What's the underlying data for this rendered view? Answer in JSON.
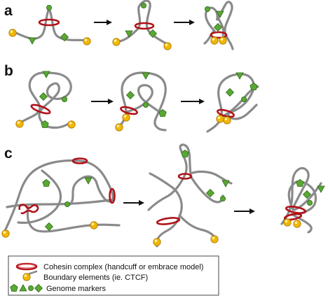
{
  "panels": [
    {
      "label": "a"
    },
    {
      "label": "b"
    },
    {
      "label": "c"
    }
  ],
  "legend": {
    "cohesin": "Cohesin complex (handcuff or embrace model)",
    "boundary": "Boundary elements (ie. CTCF)",
    "markers": "Genome markers"
  },
  "colors": {
    "chromatin": "#8a8a8a",
    "cohesin": "#b01218",
    "boundary": "#f2b705",
    "marker": "#59a833"
  }
}
